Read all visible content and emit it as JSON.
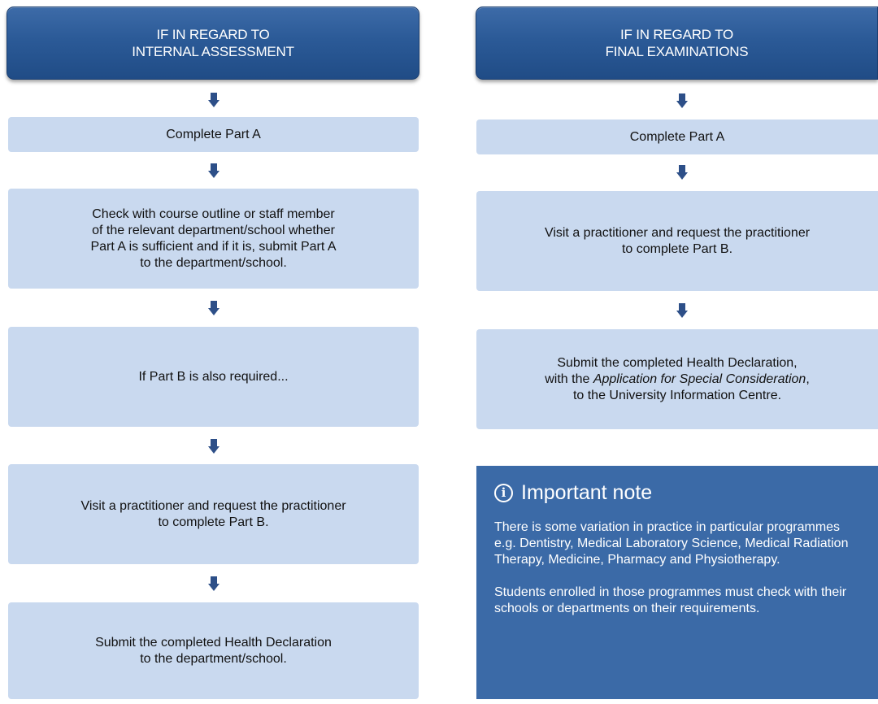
{
  "left_column": {
    "header_line1": "IF IN REGARD TO",
    "header_line2": "INTERNAL ASSESSMENT",
    "step1": "Complete Part A",
    "step2_line1": "Check with course outline or staff member",
    "step2_line2": "of the relevant department/school whether",
    "step2_line3": "Part A is sufficient and if it is, submit Part A",
    "step2_line4": "to the department/school.",
    "step3": "If Part B is also required...",
    "step4_line1": "Visit a practitioner and request the practitioner",
    "step4_line2": "to complete Part B.",
    "step5_line1": "Submit the completed Health Declaration",
    "step5_line2": "to the department/school."
  },
  "right_column": {
    "header_line1": "IF IN REGARD TO",
    "header_line2": "FINAL EXAMINATIONS",
    "step1": "Complete Part A",
    "step2_line1": "Visit a practitioner and request the practitioner",
    "step2_line2": "to complete Part B.",
    "step3_line1": "Submit the completed Health Declaration,",
    "step3_line2_prefix": "with the ",
    "step3_line2_italic": "Application for Special Consideration",
    "step3_line2_suffix": ",",
    "step3_line3": "to the University Information Centre."
  },
  "note": {
    "icon": "info-icon",
    "title": "Important note",
    "paragraph1": "There is some variation in practice in particular programmes e.g. Dentistry, Medical Laboratory Science, Medical Radiation Therapy, Medicine, Pharmacy and Physiotherapy.",
    "paragraph2": "Students enrolled in those programmes must check with their schools or departments on their requirements."
  },
  "colors": {
    "header": "#2b5a97",
    "box": "#c9d9ef",
    "arrow": "#2d4f88",
    "note": "#3b6aa7"
  }
}
